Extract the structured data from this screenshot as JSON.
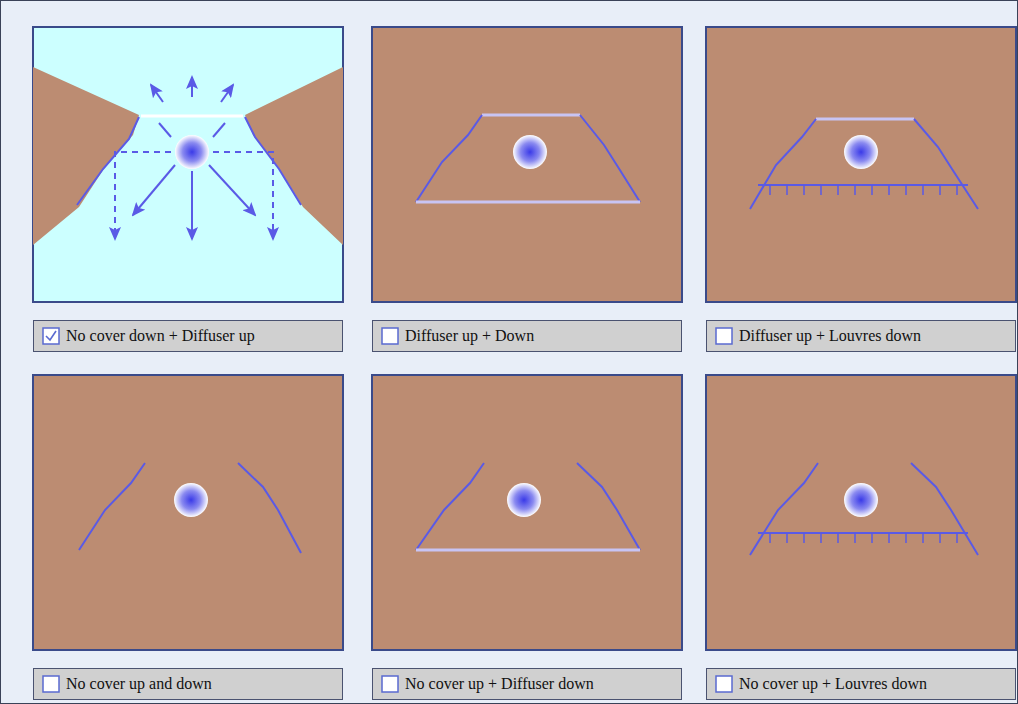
{
  "diagram": {
    "nodes": [
      {
        "text": [
          "No cover down + Diffuser up"
        ]
      },
      {
        "text": [
          "Diffuser up + Down"
        ]
      },
      {
        "text": [
          "Diffuser up + Louvres down"
        ]
      },
      {
        "text": [
          "No cover up and down"
        ]
      },
      {
        "text": [
          "No cover up + Diffuser down"
        ]
      },
      {
        "text": [
          "No cover up + Louvres down"
        ]
      }
    ]
  }
}
